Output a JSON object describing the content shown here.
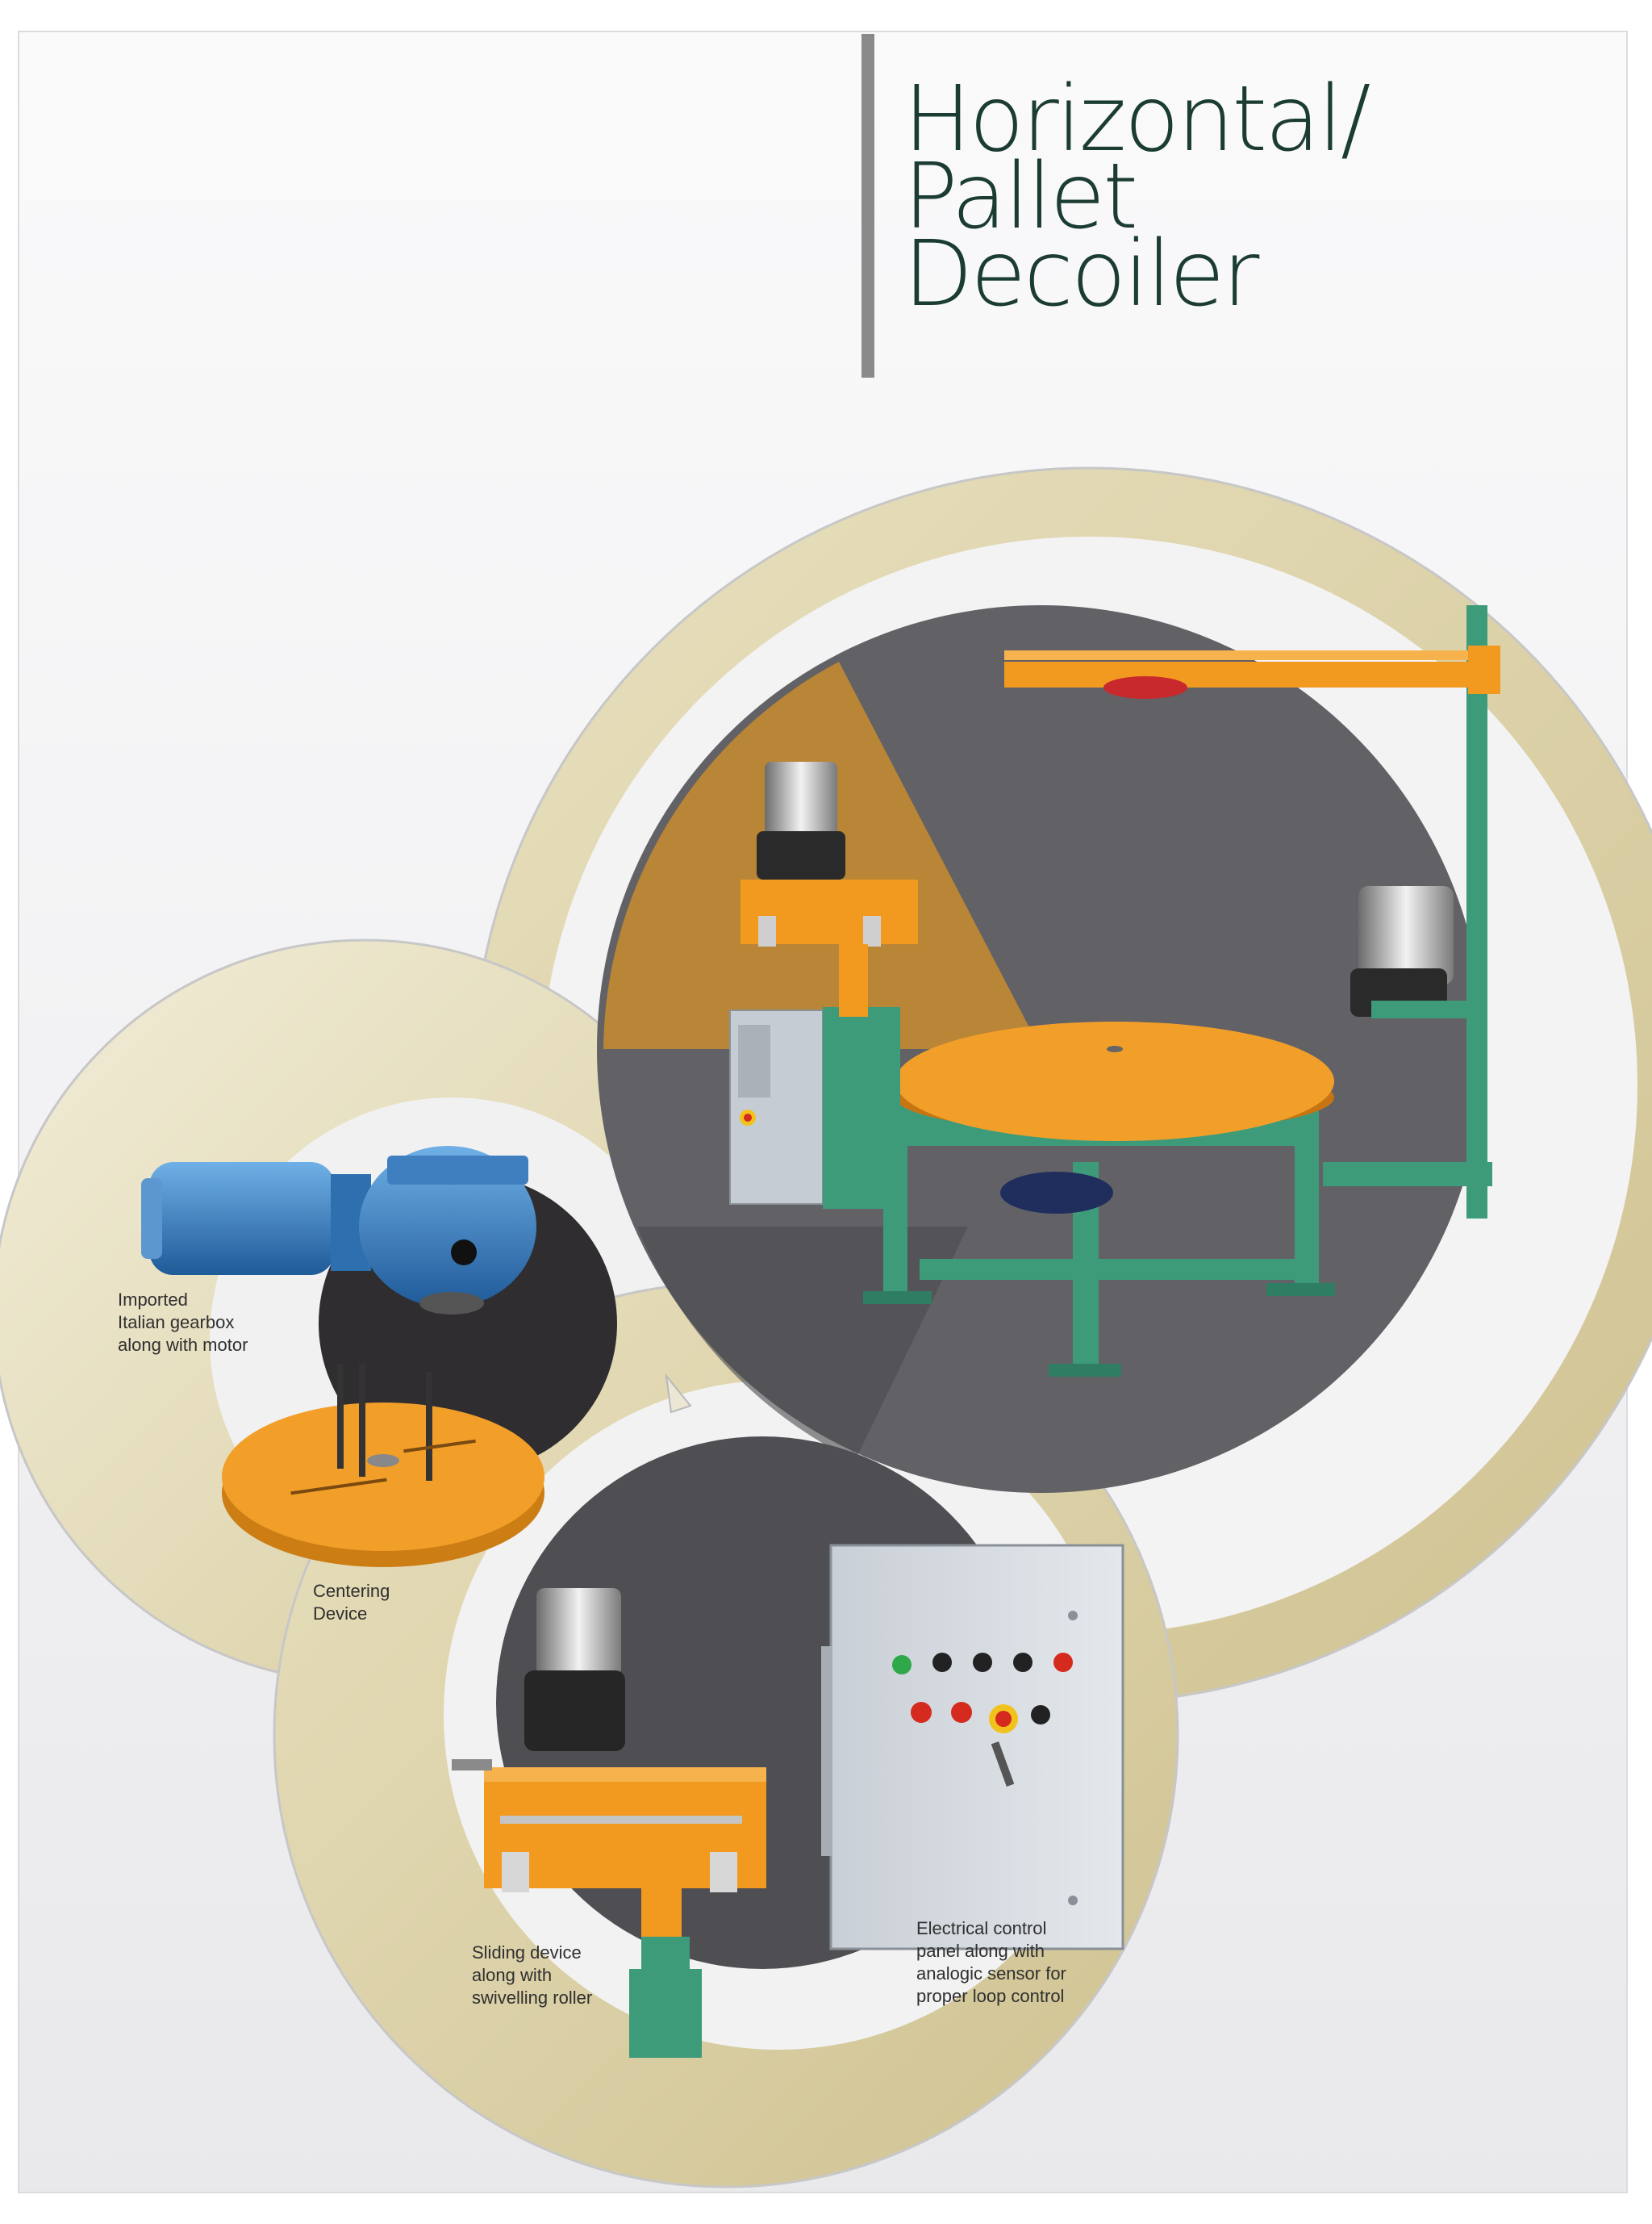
{
  "title": {
    "line1": "Horizontal/",
    "line2": "Pallet",
    "line3": "Decoiler"
  },
  "captions": {
    "gearbox": {
      "line1": "Imported",
      "line2": "Italian gearbox",
      "line3": "along with motor"
    },
    "centering": {
      "line1": "Centering",
      "line2": "Device"
    },
    "sliding": {
      "line1": "Sliding device",
      "line2": "along with",
      "line3": "swivelling roller"
    },
    "panel": {
      "line1": "Electrical control",
      "line2": "panel along with",
      "line3": "analogic sensor for",
      "line4": "proper loop control"
    }
  },
  "colors": {
    "ring": "#d9cfa9",
    "ring_light": "#ece6cc",
    "machine_orange": "#f29a1f",
    "machine_green": "#3e9b7a",
    "dark_disc": "#5b5b60",
    "title": "#1b3c33"
  }
}
